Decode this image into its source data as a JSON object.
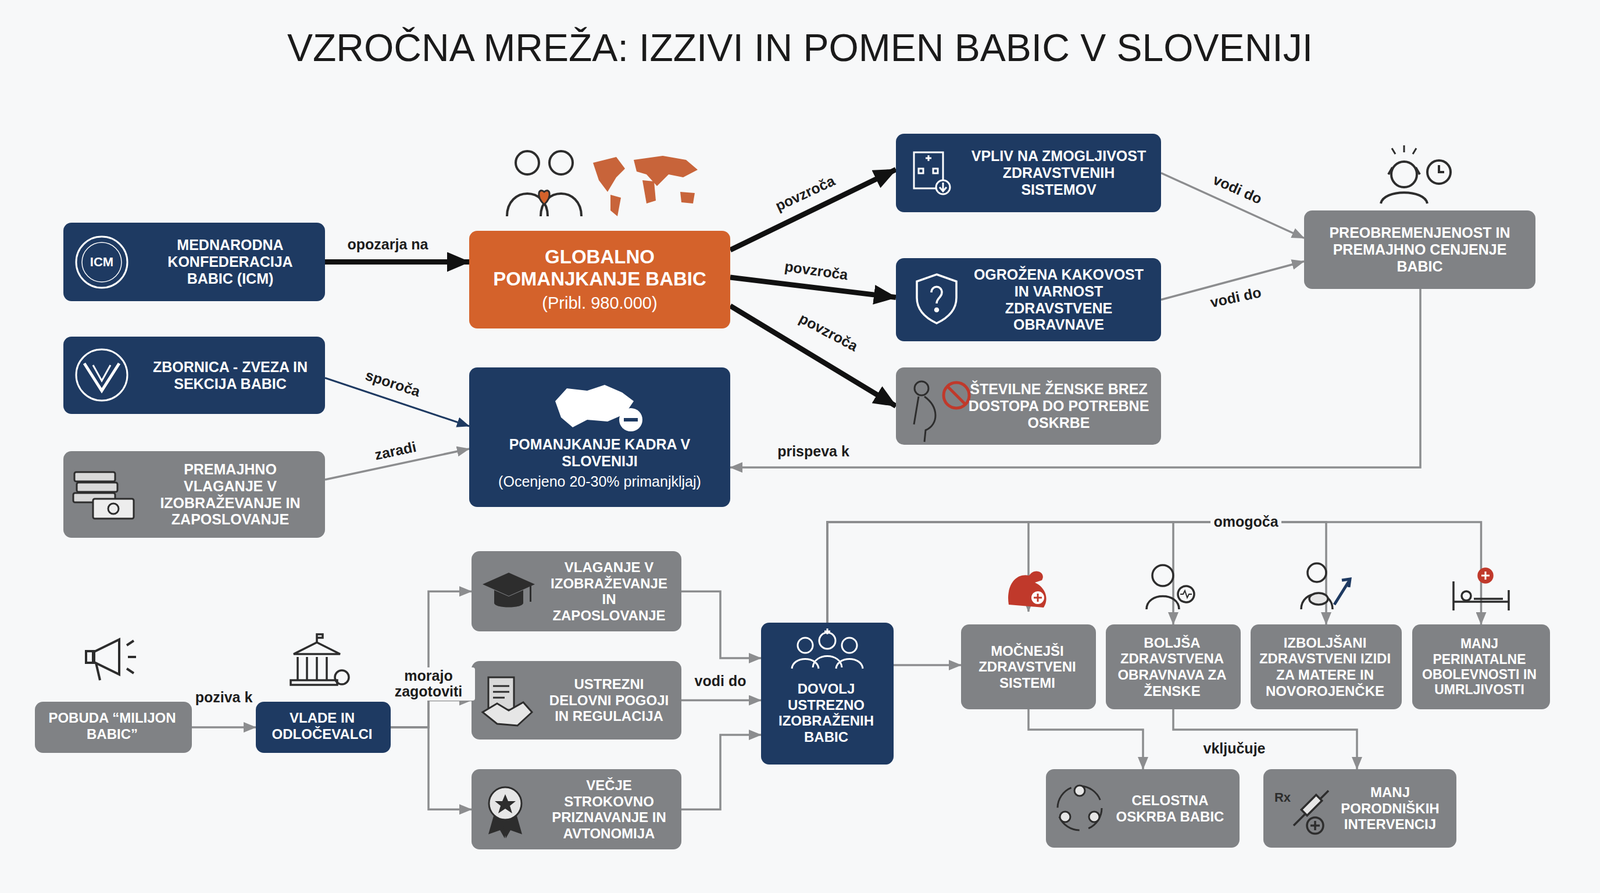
{
  "diagram": {
    "title": "VZROČNA MREŽA: IZZIVI IN POMEN BABIC V SLOVENIJI",
    "nodes": [
      {
        "text": [
          "MEDNARODNA KONFEDERACIJA BABIC (ICM)"
        ]
      },
      {
        "text": [
          "ZBORNICA - ZVEZA IN SEKCIJA BABIC"
        ]
      },
      {
        "text": [
          "PREMAJHNO VLAGANJE V IZOBRAŽEVANJE IN ZAPOSLOVANJE"
        ]
      },
      {
        "text": [
          "GLOBALNO POMANJKANJE BABIC",
          "(Pribl. 980.000)"
        ]
      },
      {
        "text": [
          "POMANJKANJE KADRA V SLOVENIJI",
          "(Ocenjeno 20-30% primanjkljaj)"
        ]
      },
      {
        "text": [
          "VPLIV NA ZMOGLJIVOST ZDRAVSTVENIH SISTEMOV"
        ]
      },
      {
        "text": [
          "OGROŽENA KAKOVOST IN VARNOST ZDRAVSTVENE OBRAVNAVE"
        ]
      },
      {
        "text": [
          "ŠTEVILNE ŽENSKE BREZ DOSTOPA DO POTREBNE OSKRBE"
        ]
      },
      {
        "text": [
          "PREOBREMENJENOST IN PREMAJHNO CENJENJE BABIC"
        ]
      },
      {
        "text": [
          "POBUDA “MILIJON BABIC”"
        ]
      },
      {
        "text": [
          "VLADE IN ODLOČEVALCI"
        ]
      },
      {
        "text": [
          "VLAGANJE V IZOBRAŽEVANJE IN ZAPOSLOVANJE"
        ]
      },
      {
        "text": [
          "USTREZNI DELOVNI POGOJI IN REGULACIJA"
        ]
      },
      {
        "text": [
          "VEČJE STROKOVNO PRIZNAVANJE IN AVTONOMIJA"
        ]
      },
      {
        "text": [
          "DOVOLJ USTREZNO IZOBRAŽENIH BABIC"
        ]
      },
      {
        "text": [
          "MOČNEJŠI ZDRAVSTVENI SISTEMI"
        ]
      },
      {
        "text": [
          "BOLJŠA ZDRAVSTVENA OBRAVNAVA ZA ŽENSKE"
        ]
      },
      {
        "text": [
          "IZBOLJŠANI ZDRAVSTVENI IZIDI ZA MATERE IN NOVOROJENČKE"
        ]
      },
      {
        "text": [
          "MANJ PERINATALNE OBOLEVNOSTI IN UMRLJIVOSTI"
        ]
      },
      {
        "text": [
          "CELOSTNA OSKRBA BABIC"
        ]
      },
      {
        "text": [
          "MANJ PORODNIŠKIH INTERVENCIJ"
        ]
      }
    ],
    "edges": [
      {
        "from": 0,
        "to": 3,
        "label": "opozarja na",
        "arrow": "to"
      },
      {
        "from": 1,
        "to": 4,
        "label": "sporoča",
        "arrow": "to"
      },
      {
        "from": 2,
        "to": 4,
        "label": "zaradi",
        "arrow": "to"
      },
      {
        "from": 3,
        "to": 5,
        "label": "povzroča",
        "arrow": "to"
      },
      {
        "from": 3,
        "to": 6,
        "label": "povzroča",
        "arrow": "to"
      },
      {
        "from": 3,
        "to": 7,
        "label": "povzroča",
        "arrow": "to"
      },
      {
        "from": 5,
        "to": 8,
        "label": "vodi do",
        "arrow": "to"
      },
      {
        "from": 6,
        "to": 8,
        "label": "vodi do",
        "arrow": "to"
      },
      {
        "from": 8,
        "to": 4,
        "label": "prispeva k",
        "arrow": "to"
      },
      {
        "from": 9,
        "to": 10,
        "label": "poziva k",
        "arrow": "to"
      },
      {
        "from": 10,
        "to": 11,
        "arrow": "to"
      },
      {
        "from": 10,
        "to": 12,
        "label": "morajo zagotoviti",
        "arrow": "to"
      },
      {
        "from": 10,
        "to": 13,
        "arrow": "to"
      },
      {
        "from": 11,
        "to": 14,
        "arrow": "to"
      },
      {
        "from": 12,
        "to": 14,
        "label": "vodi do",
        "arrow": "to"
      },
      {
        "from": 13,
        "to": 14,
        "arrow": "to"
      },
      {
        "from": 14,
        "to": 15,
        "arrow": "to"
      },
      {
        "from": 14,
        "to": 16,
        "label": "omogoča",
        "arrow": "to"
      },
      {
        "from": 14,
        "to": 17,
        "arrow": "to"
      },
      {
        "from": 14,
        "to": 18,
        "arrow": "to"
      },
      {
        "from": 15,
        "to": 19,
        "arrow": "to"
      },
      {
        "from": 16,
        "to": 20,
        "label": "vključuje",
        "arrow": "to"
      }
    ],
    "labels": [
      "ICM",
      "Rx"
    ]
  }
}
